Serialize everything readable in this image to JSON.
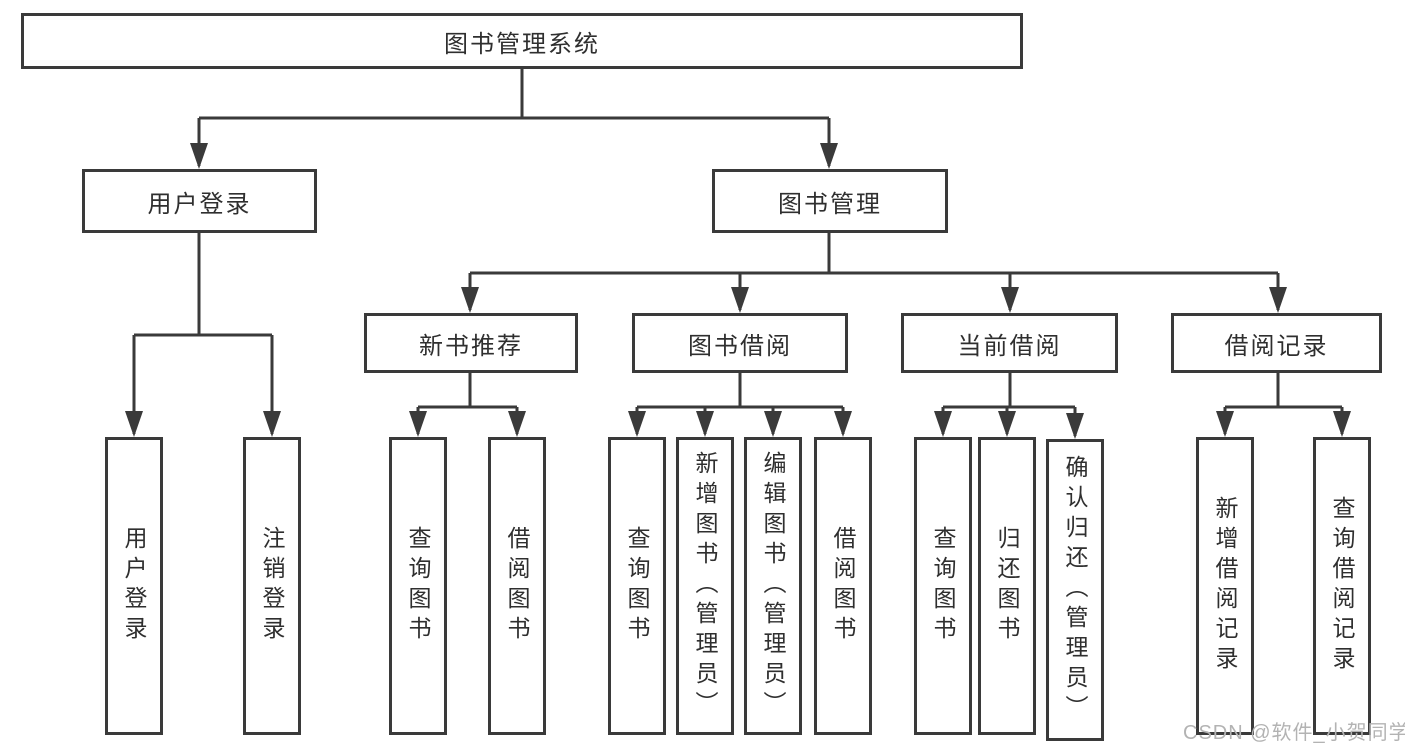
{
  "diagram_title": "图书管理系统",
  "nodes": {
    "root": "图书管理系统",
    "user_login": "用户登录",
    "book_mgmt": "图书管理",
    "new_book_rec": "新书推荐",
    "book_borrow": "图书借阅",
    "current_borrow": "当前借阅",
    "borrow_records": "借阅记录",
    "leaf_user_login": "用户登录",
    "leaf_logout": "注销登录",
    "nb_query_books": "查询图书",
    "nb_borrow_books": "借阅图书",
    "bb_query_books": "查询图书",
    "bb_add_books": "新增图书（管理员）",
    "bb_edit_books": "编辑图书（管理员）",
    "bb_borrow_books": "借阅图书",
    "cb_query_books": "查询图书",
    "cb_return_books": "归还图书",
    "cb_confirm_return": "确认归还（管理员）",
    "br_add_record": "新增借阅记录",
    "br_query_record": "查询借阅记录"
  },
  "structure": {
    "图书管理系统": [
      "用户登录",
      "图书管理"
    ],
    "用户登录": [
      "用户登录",
      "注销登录"
    ],
    "图书管理": [
      "新书推荐",
      "图书借阅",
      "当前借阅",
      "借阅记录"
    ],
    "新书推荐": [
      "查询图书",
      "借阅图书"
    ],
    "图书借阅": [
      "查询图书",
      "新增图书（管理员）",
      "编辑图书（管理员）",
      "借阅图书"
    ],
    "当前借阅": [
      "查询图书",
      "归还图书",
      "确认归还（管理员）"
    ],
    "借阅记录": [
      "新增借阅记录",
      "查询借阅记录"
    ]
  },
  "watermark": "CSDN @软件_小贺同学",
  "colors": {
    "line": "#3a3a3a",
    "text": "#2f2f2f",
    "watermark_gray": "#b3b3b3",
    "background": "#ffffff"
  }
}
